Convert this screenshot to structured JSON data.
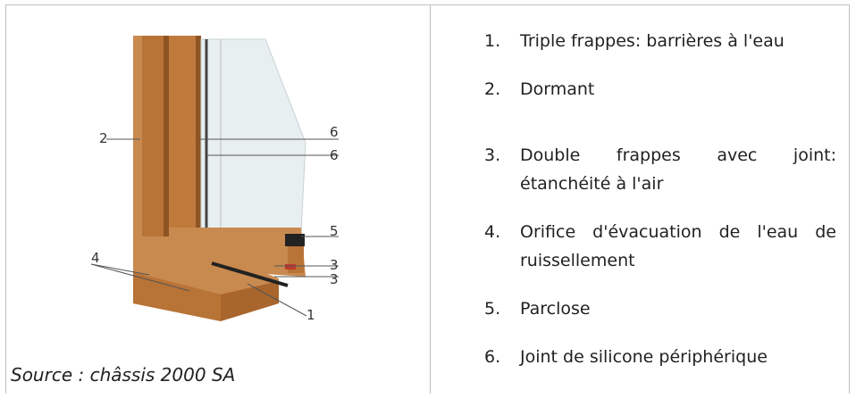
{
  "figure": {
    "labels": [
      "2",
      "6",
      "6",
      "5",
      "3",
      "3",
      "4",
      "1"
    ],
    "colors": {
      "wood_light": "#c98a4f",
      "wood_mid": "#b87336",
      "wood_dark": "#8f5424",
      "glass": "#e8eff0",
      "seal": "#222222"
    }
  },
  "source": "Source : châssis 2000 SA",
  "list": [
    {
      "num": "1.",
      "lines": [
        "Triple frappes: barrières à l'eau"
      ]
    },
    {
      "num": "2.",
      "lines": [
        "Dormant"
      ]
    },
    {
      "num": "3.",
      "lines": [
        "Double frappes avec joint:",
        "étanchéité à l'air"
      ]
    },
    {
      "num": "4.",
      "lines": [
        "Orifice d'évacuation de l'eau de",
        "ruissellement"
      ]
    },
    {
      "num": "5.",
      "lines": [
        "Parclose"
      ]
    },
    {
      "num": "6.",
      "lines": [
        "Joint de silicone périphérique"
      ]
    }
  ]
}
